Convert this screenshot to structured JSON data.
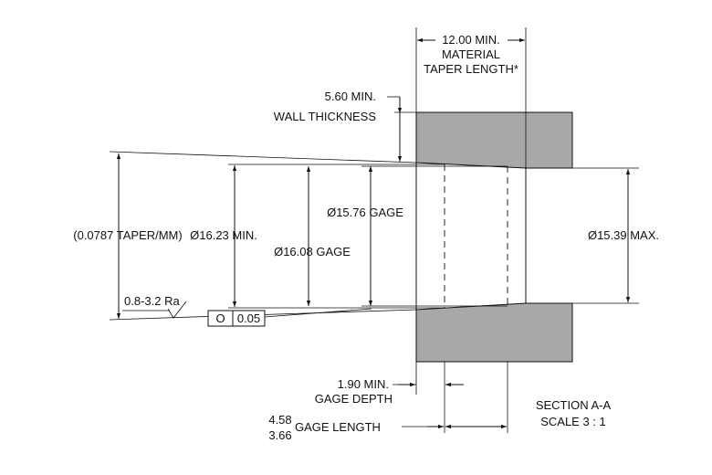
{
  "drawing": {
    "material_taper_length": {
      "line1": "12.00 MIN.",
      "line2": "MATERIAL",
      "line3": "TAPER LENGTH*"
    },
    "wall_thickness": {
      "line1": "5.60 MIN.",
      "line2": "WALL THICKNESS"
    },
    "taper_rate": "(0.0787 TAPER/MM)",
    "dia_min": "Ø16.23 MIN.",
    "dia_gage_outer": "Ø16.08 GAGE",
    "dia_gage_inner": "Ø15.76 GAGE",
    "dia_max": "Ø15.39 MAX.",
    "surface_finish": "0.8-3.2 Ra",
    "tolerance_frame": {
      "symbol": "O",
      "value": "0.05"
    },
    "gage_depth": {
      "line1": "1.90 MIN.",
      "line2": "GAGE DEPTH"
    },
    "gage_length": {
      "upper": "4.58",
      "lower": "3.66",
      "label": "GAGE LENGTH"
    },
    "section": {
      "line1": "SECTION A-A",
      "line2": "SCALE 3 : 1"
    }
  }
}
